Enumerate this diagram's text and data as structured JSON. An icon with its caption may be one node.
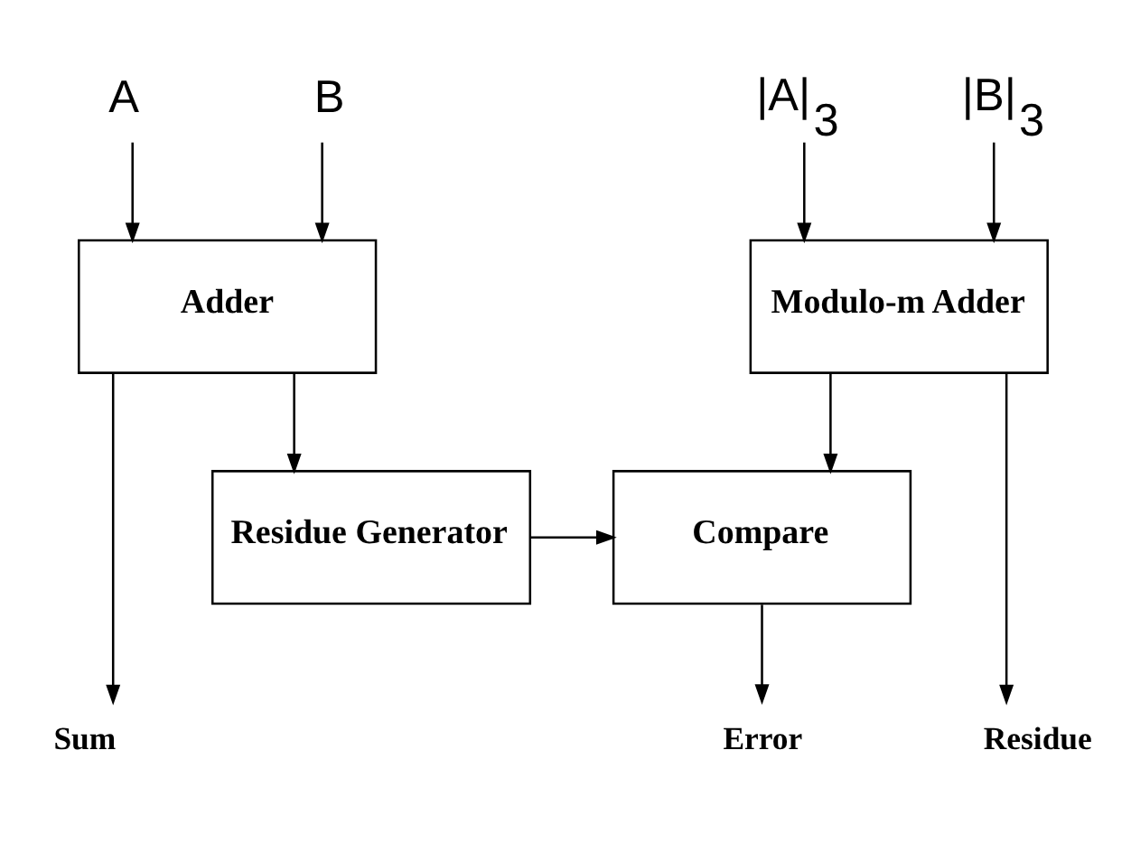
{
  "diagram": {
    "nodes": [
      {
        "text": [
          "A"
        ]
      },
      {
        "text": [
          "B"
        ]
      },
      {
        "text": [
          "|A|$_{3}$"
        ]
      },
      {
        "text": [
          "|B|$_{3}$"
        ]
      },
      {
        "text": [
          "Adder"
        ]
      },
      {
        "text": [
          "Modulo-m Adder"
        ]
      },
      {
        "text": [
          "Residue Generator"
        ]
      },
      {
        "text": [
          "Compare"
        ]
      },
      {
        "text": [
          "Sum"
        ]
      },
      {
        "text": [
          "Error"
        ]
      },
      {
        "text": [
          "Residue"
        ]
      }
    ],
    "edges": [
      {
        "from": 0,
        "to": 4,
        "arrow": "to"
      },
      {
        "from": 1,
        "to": 4,
        "arrow": "to"
      },
      {
        "from": 2,
        "to": 5,
        "arrow": "to"
      },
      {
        "from": 3,
        "to": 5,
        "arrow": "to"
      },
      {
        "from": 4,
        "to": 6,
        "arrow": "to"
      },
      {
        "from": 4,
        "to": 8,
        "arrow": "to"
      },
      {
        "from": 5,
        "to": 7,
        "arrow": "to"
      },
      {
        "from": 5,
        "to": 10,
        "arrow": "to"
      },
      {
        "from": 6,
        "to": 7,
        "arrow": "to"
      },
      {
        "from": 7,
        "to": 9,
        "arrow": "to"
      }
    ]
  }
}
